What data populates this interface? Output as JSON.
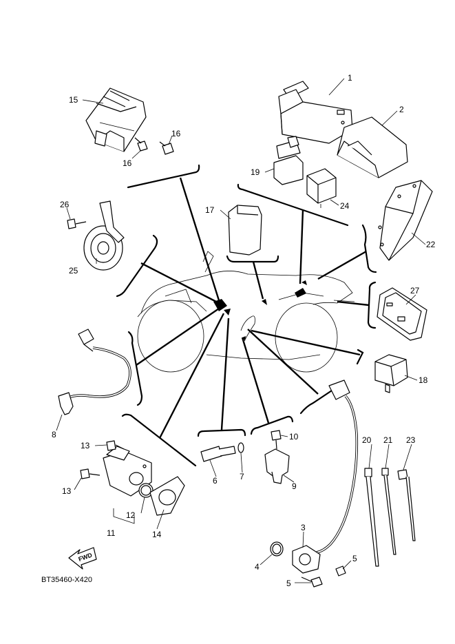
{
  "diagram_code": "BT35460-X420",
  "fwd_label": "FWD",
  "callouts": [
    {
      "id": "c1",
      "text": "1"
    },
    {
      "id": "c2",
      "text": "2"
    },
    {
      "id": "c3",
      "text": "3"
    },
    {
      "id": "c4",
      "text": "4"
    },
    {
      "id": "c5a",
      "text": "5"
    },
    {
      "id": "c5b",
      "text": "5"
    },
    {
      "id": "c6",
      "text": "6"
    },
    {
      "id": "c7",
      "text": "7"
    },
    {
      "id": "c8",
      "text": "8"
    },
    {
      "id": "c9",
      "text": "9"
    },
    {
      "id": "c10",
      "text": "10"
    },
    {
      "id": "c11",
      "text": "11"
    },
    {
      "id": "c12",
      "text": "12"
    },
    {
      "id": "c13a",
      "text": "13"
    },
    {
      "id": "c13b",
      "text": "13"
    },
    {
      "id": "c14",
      "text": "14"
    },
    {
      "id": "c15",
      "text": "15"
    },
    {
      "id": "c16a",
      "text": "16"
    },
    {
      "id": "c16b",
      "text": "16"
    },
    {
      "id": "c17",
      "text": "17"
    },
    {
      "id": "c18",
      "text": "18"
    },
    {
      "id": "c19",
      "text": "19"
    },
    {
      "id": "c20",
      "text": "20"
    },
    {
      "id": "c21",
      "text": "21"
    },
    {
      "id": "c22",
      "text": "22"
    },
    {
      "id": "c23",
      "text": "23"
    },
    {
      "id": "c24",
      "text": "24"
    },
    {
      "id": "c25",
      "text": "25"
    },
    {
      "id": "c26",
      "text": "26"
    },
    {
      "id": "c27",
      "text": "27"
    }
  ]
}
